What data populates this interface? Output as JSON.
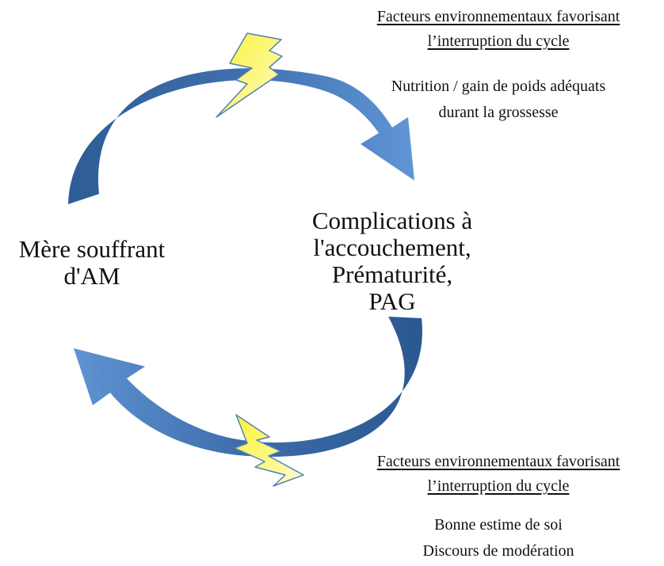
{
  "top_block": {
    "heading": [
      "Facteurs environnementaux favorisant",
      "l’interruption du cycle"
    ],
    "text": [
      "Nutrition / gain de poids adéquats",
      "durant la grossesse"
    ]
  },
  "right_node": {
    "lines": [
      "Complications à",
      "l'accouchement,",
      "Prématurité,",
      "PAG"
    ]
  },
  "left_node": {
    "lines": [
      "Mère souffrant",
      "d'AM"
    ]
  },
  "bottom_block": {
    "heading": [
      "Facteurs environnementaux favorisant",
      "l’interruption du cycle"
    ],
    "text": [
      "Bonne estime de soi",
      "Discours de modération"
    ]
  },
  "colors": {
    "arrow_dark": "#2f5f9a",
    "arrow_light": "#5b8fd0",
    "lightning_fill": "#fbf44a",
    "lightning_stroke": "#4f80b8"
  },
  "icons": [
    "curved-arrow-top",
    "curved-arrow-bottom",
    "lightning-bolt-icon"
  ]
}
